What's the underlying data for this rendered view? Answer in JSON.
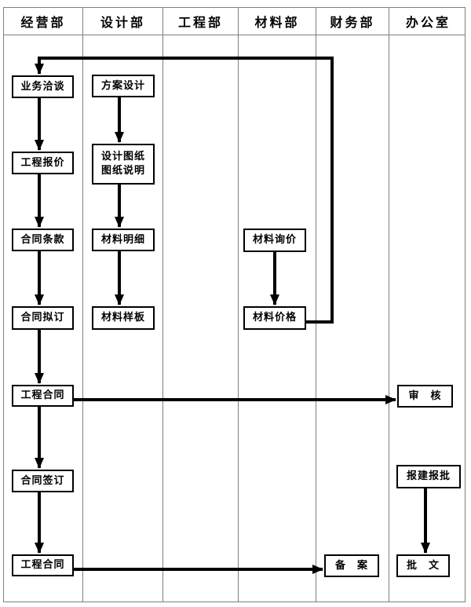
{
  "page": {
    "background_color": "#ffffff",
    "grid_line_color": "#7f7f7f",
    "box_border_color": "#000000",
    "arrow_color": "#000000",
    "text_color": "#000000"
  },
  "lanes": [
    {
      "label": "经营部"
    },
    {
      "label": "设计部"
    },
    {
      "label": "工程部"
    },
    {
      "label": "材料部"
    },
    {
      "label": "财务部"
    },
    {
      "label": "办公室"
    }
  ],
  "nodes": {
    "business_negotiation": {
      "label": "业务洽谈"
    },
    "project_quotation": {
      "label": "工程报价"
    },
    "contract_terms": {
      "label": "合同条款"
    },
    "contract_drafting": {
      "label": "合同拟订"
    },
    "project_contract_review": {
      "label": "工程合同"
    },
    "contract_signing": {
      "label": "合同签订"
    },
    "project_contract_filing": {
      "label": "工程合同"
    },
    "scheme_design": {
      "label": "方案设计"
    },
    "design_drawings": {
      "line1": "设计图纸",
      "line2": "图纸说明"
    },
    "material_list": {
      "label": "材料明细"
    },
    "material_sample": {
      "label": "材料样板"
    },
    "material_inquiry": {
      "label": "材料询价"
    },
    "material_price": {
      "label": "材料价格"
    },
    "review": {
      "label": "审　核"
    },
    "construction_approval": {
      "label": "报建报批"
    },
    "filing": {
      "label": "备　案"
    },
    "approval_document": {
      "label": "批　文"
    }
  },
  "connections": [
    "材料价格 → 业务洽谈 (feedback loop via 财务部 lane)",
    "业务洽谈 → 工程报价 → 合同条款 → 合同拟订 → 工程合同 → 合同签订 → 工程合同",
    "方案设计 → 设计图纸/图纸说明 → 材料明细 → 材料样板",
    "材料询价 → 材料价格",
    "工程合同 → 审核",
    "工程合同 → 备案",
    "报建报批 → 批文"
  ]
}
